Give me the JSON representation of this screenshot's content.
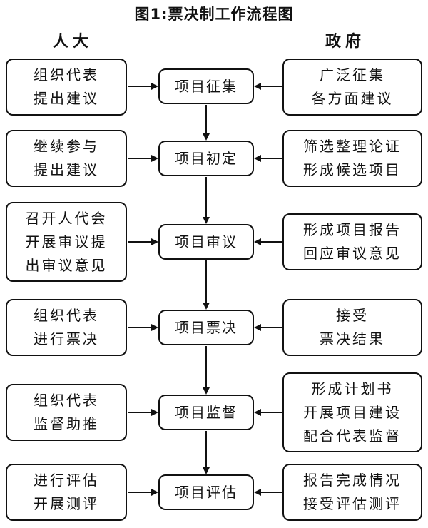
{
  "title": "图1:票决制工作流程图",
  "columns": {
    "left": "人大",
    "right": "政府"
  },
  "center": [
    "项目征集",
    "项目初定",
    "项目审议",
    "项目票决",
    "项目监督",
    "项目评估"
  ],
  "left": [
    [
      "组织代表",
      "提出建议"
    ],
    [
      "继续参与",
      "提出建议"
    ],
    [
      "召开人代会",
      "开展审议提",
      "出审议意见"
    ],
    [
      "组织代表",
      "进行票决"
    ],
    [
      "组织代表",
      "监督助推"
    ],
    [
      "进行评估",
      "开展测评"
    ]
  ],
  "right": [
    [
      "广泛征集",
      "各方面建议"
    ],
    [
      "筛选整理论证",
      "形成候选项目"
    ],
    [
      "形成项目报告",
      "回应审议意见"
    ],
    [
      "接受",
      "票决结果"
    ],
    [
      "形成计划书",
      "开展项目建设",
      "配合代表监督"
    ],
    [
      "报告完成情况",
      "接受评估测评"
    ]
  ]
}
